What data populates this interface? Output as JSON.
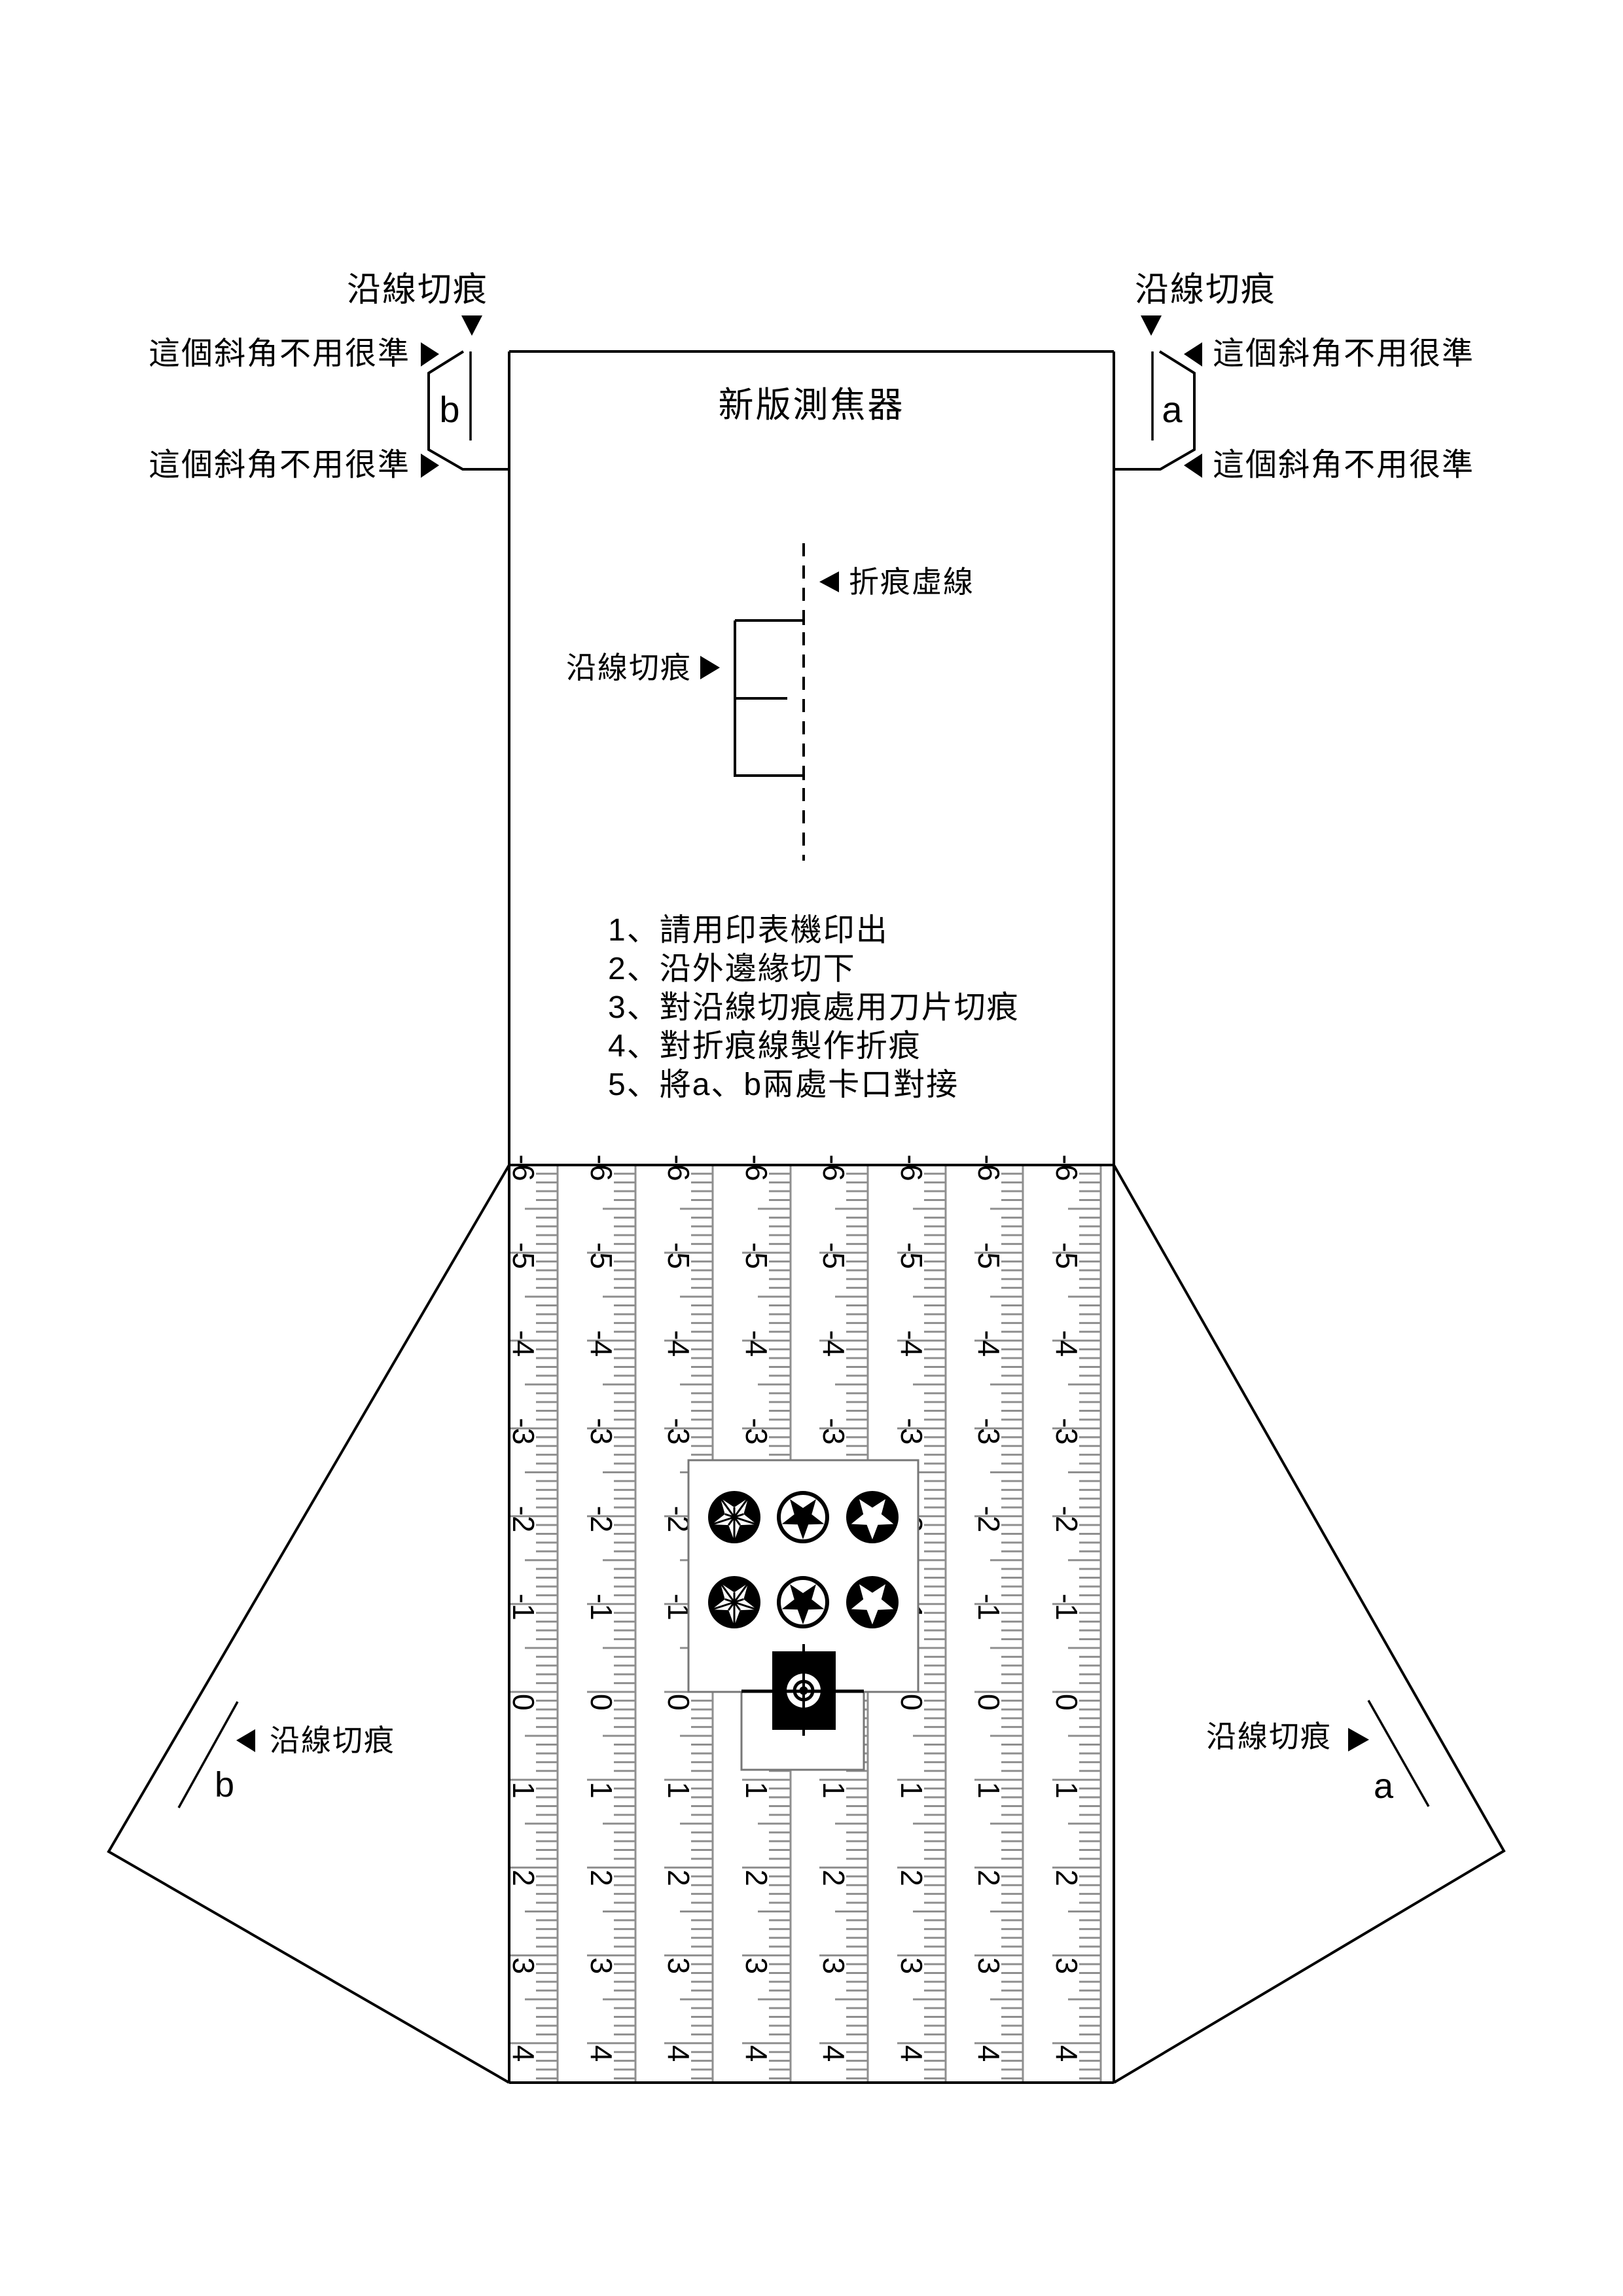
{
  "title": "新版測焦器",
  "labels": {
    "cut_notch": "沿線切痕",
    "bevel_note": "這個斜角不用很準",
    "fold_dash_line": "折痕虛線",
    "tab_a": "a",
    "tab_b": "b"
  },
  "instructions": [
    "1、請用印表機印出",
    "2、沿外邊緣切下",
    "3、對沿線切痕處用刀片切痕",
    "4、對折痕線製作折痕",
    "5、將a、b兩處卡口對接"
  ],
  "ruler": {
    "strips": 8,
    "values": [
      -6,
      -5,
      -4,
      -3,
      -2,
      -1,
      0,
      1,
      2,
      3,
      4
    ],
    "minor_ticks_per_unit": 10
  },
  "target": {
    "emblem_rows": [
      [
        "faceted-star-icon",
        "black-star-ring-icon",
        "white-star-icon"
      ],
      [
        "faceted-star-icon",
        "black-star-ring-icon",
        "white-star-icon"
      ]
    ],
    "bullseye": "bullseye-icon"
  },
  "colors": {
    "ink": "#000000",
    "ruler_gray": "#8f8f8f",
    "box_border": "#777777",
    "paper": "#ffffff"
  }
}
